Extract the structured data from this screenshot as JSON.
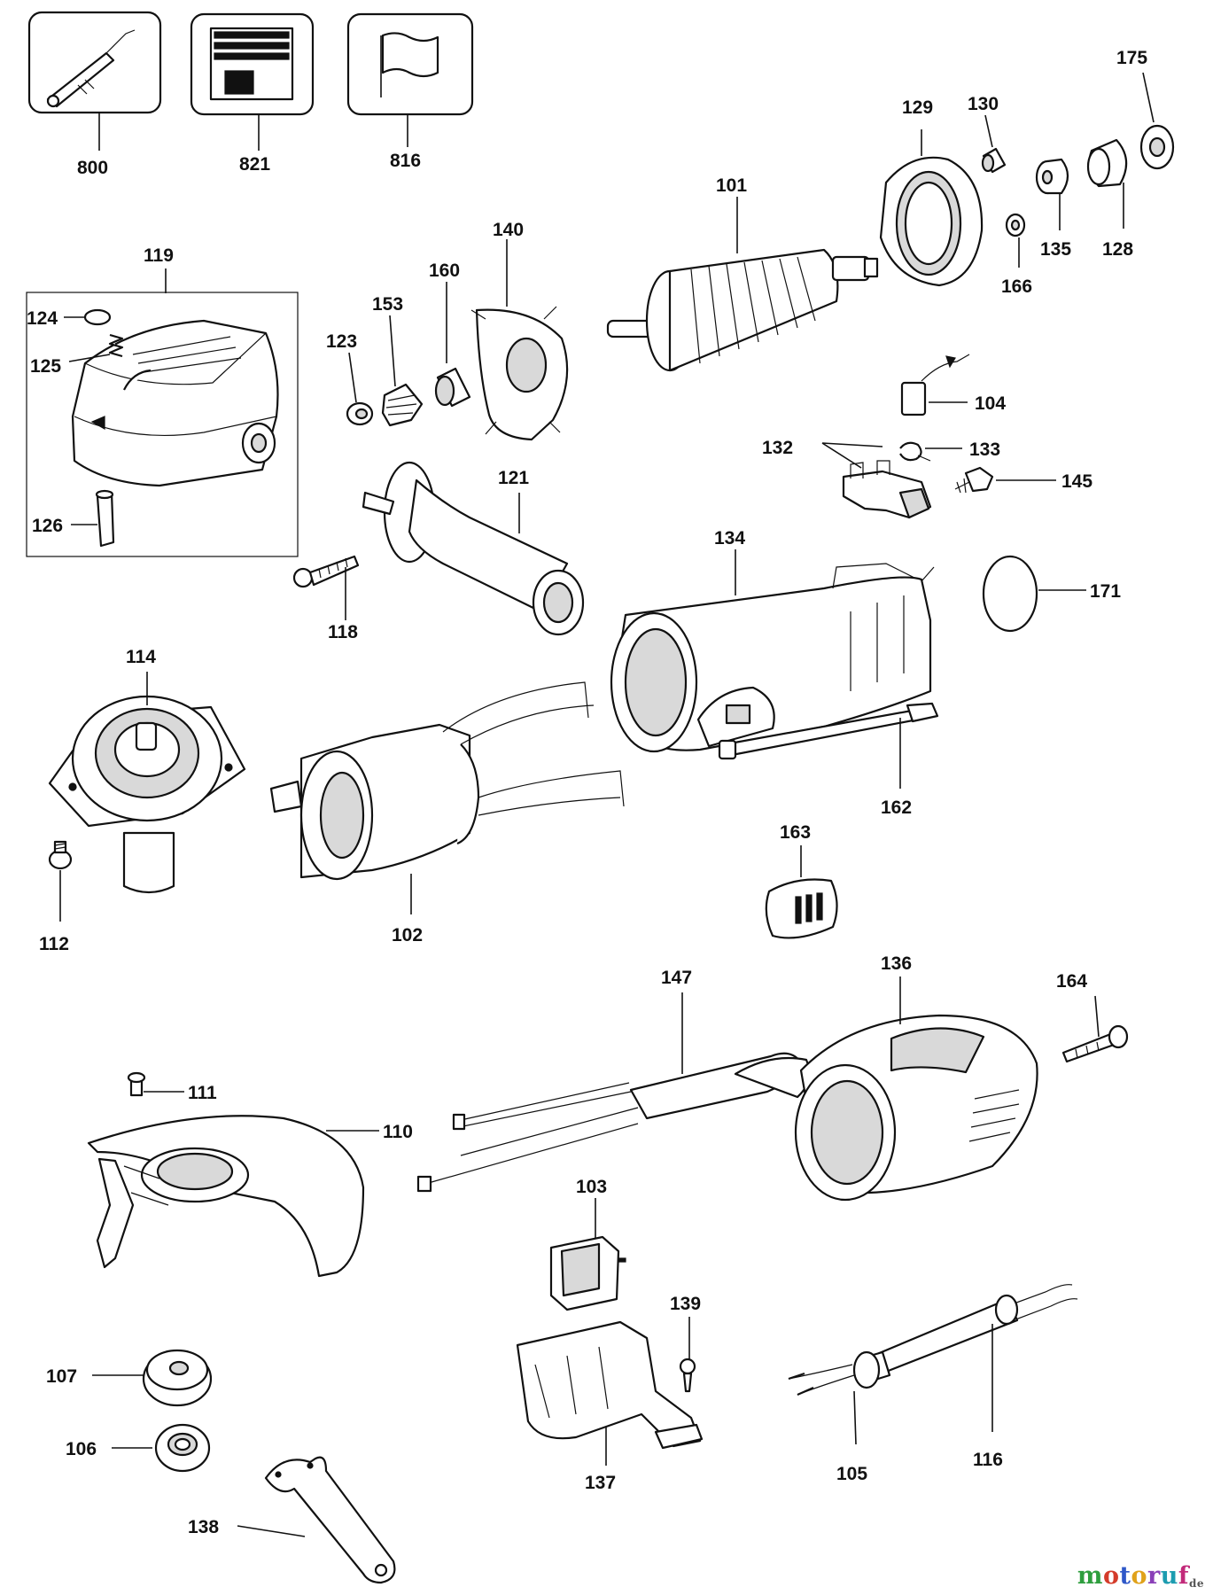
{
  "part_labels": {
    "p800": "800",
    "p821": "821",
    "p816": "816",
    "p175": "175",
    "p130": "130",
    "p129": "129",
    "p101": "101",
    "p140": "140",
    "p119": "119",
    "p124": "124",
    "p125": "125",
    "p126": "126",
    "p160": "160",
    "p153": "153",
    "p123": "123",
    "p135": "135",
    "p128": "128",
    "p166": "166",
    "p104": "104",
    "p132": "132",
    "p133": "133",
    "p145": "145",
    "p121": "121",
    "p134": "134",
    "p171": "171",
    "p118": "118",
    "p114": "114",
    "p112": "112",
    "p102": "102",
    "p163": "163",
    "p162": "162",
    "p147": "147",
    "p136": "136",
    "p164": "164",
    "p111": "111",
    "p110": "110",
    "p103": "103",
    "p139": "139",
    "p107": "107",
    "p106": "106",
    "p137": "137",
    "p105": "105",
    "p116": "116",
    "p138": "138"
  },
  "watermark": {
    "text": "motoruf",
    "suffix": "de",
    "colors": [
      "#2e9e3e",
      "#d43b2a",
      "#2f58c8",
      "#e0a21b",
      "#8a3fb8",
      "#1d9cb0",
      "#c22a7a"
    ]
  }
}
